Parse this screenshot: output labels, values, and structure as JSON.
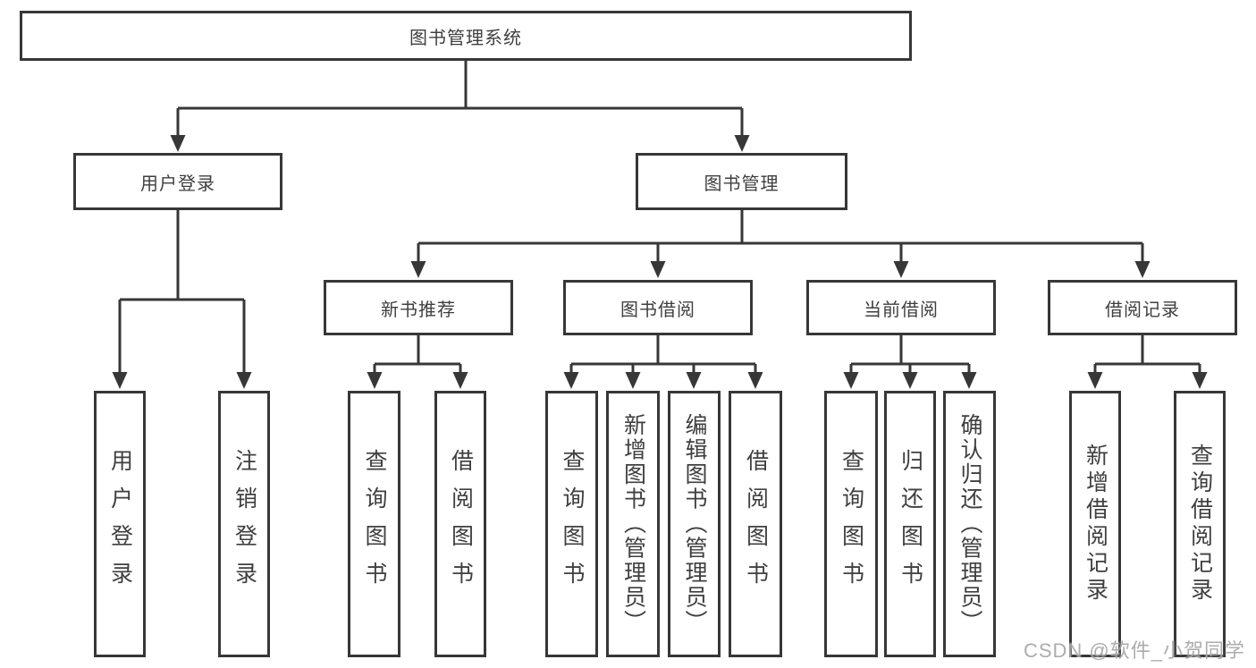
{
  "tree": {
    "root": {
      "label": "图书管理系统",
      "children": [
        {
          "label": "用户登录",
          "children": [
            {
              "label": "用户登录"
            },
            {
              "label": "注销登录"
            }
          ]
        },
        {
          "label": "图书管理",
          "children": [
            {
              "label": "新书推荐",
              "children": [
                {
                  "label": "查询图书"
                },
                {
                  "label": "借阅图书"
                }
              ]
            },
            {
              "label": "图书借阅",
              "children": [
                {
                  "label": "查询图书"
                },
                {
                  "label": "新增图书（管理员）"
                },
                {
                  "label": "编辑图书（管理员）"
                },
                {
                  "label": "借阅图书"
                }
              ]
            },
            {
              "label": "当前借阅",
              "children": [
                {
                  "label": "查询图书"
                },
                {
                  "label": "归还图书"
                },
                {
                  "label": "确认归还（管理员）"
                }
              ]
            },
            {
              "label": "借阅记录",
              "children": [
                {
                  "label": "新增借阅记录"
                },
                {
                  "label": "查询借阅记录"
                }
              ]
            }
          ]
        }
      ]
    }
  },
  "watermark": {
    "text": "CSDN @软件_小贺同学"
  },
  "colors": {
    "line": "#373737",
    "box_border": "#373737",
    "text": "#3f3f3f",
    "watermark": "#a6a6a6",
    "background": "#ffffff"
  }
}
